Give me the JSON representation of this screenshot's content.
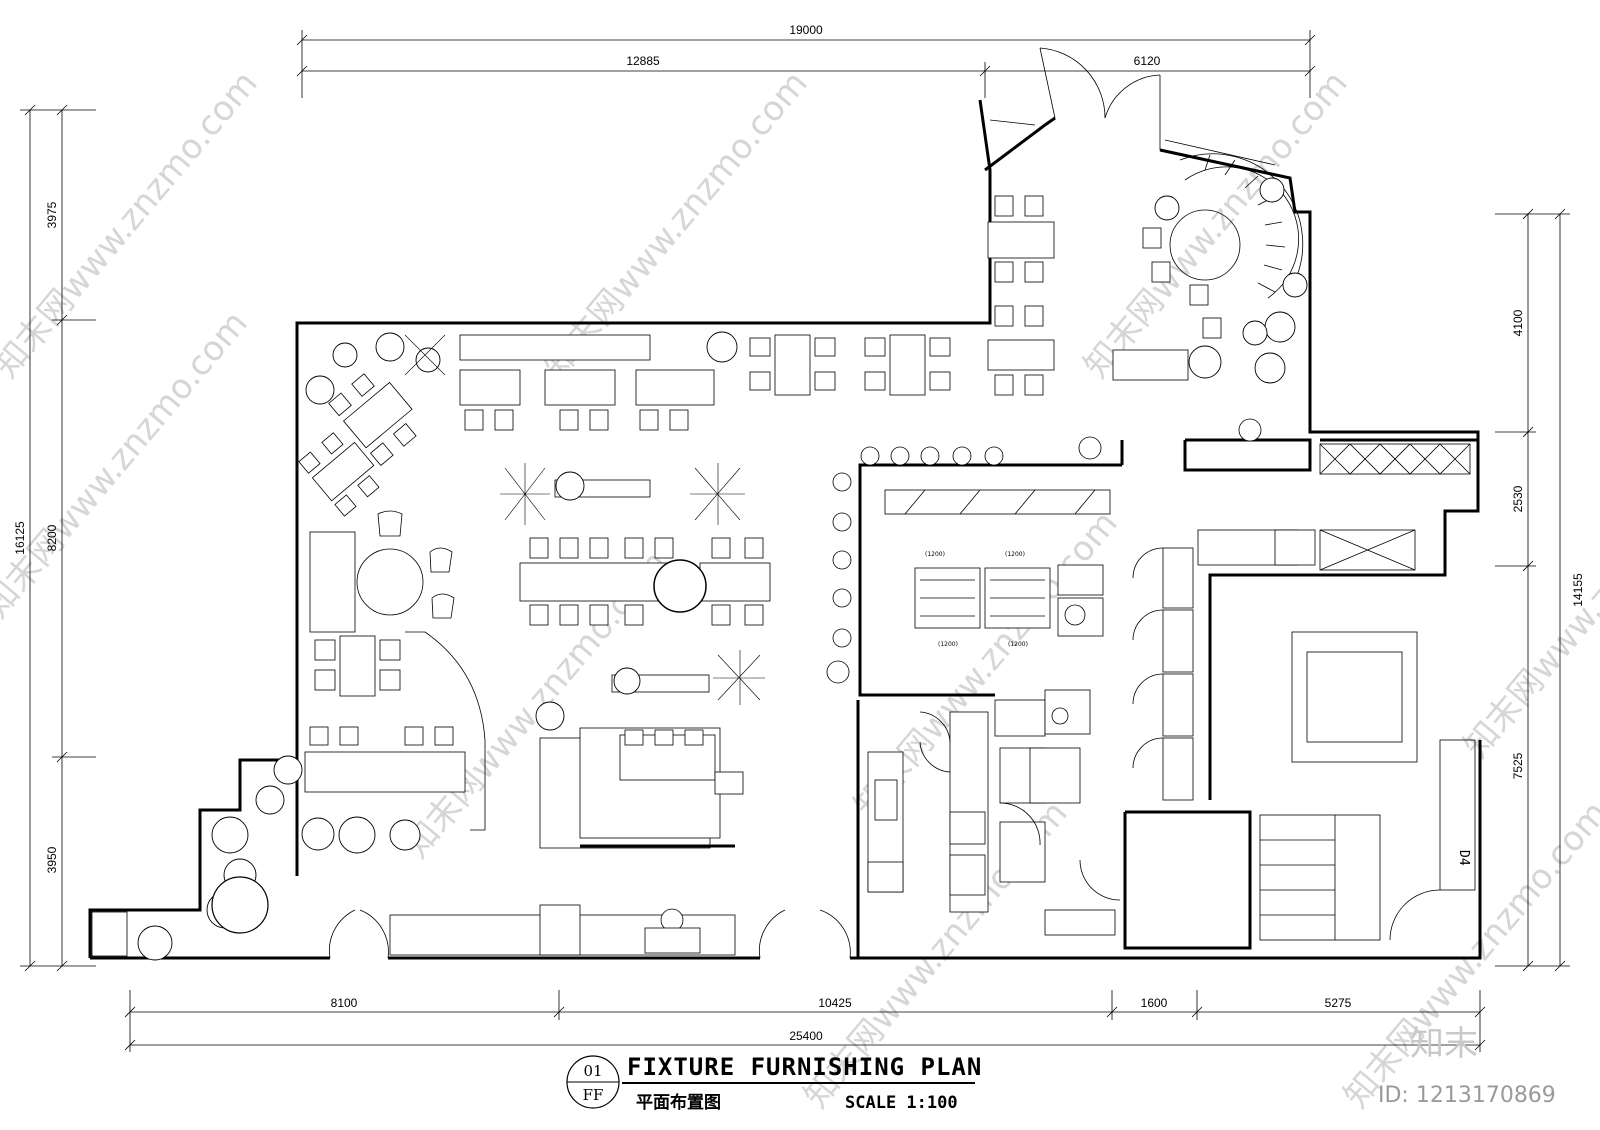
{
  "title": {
    "number": "01",
    "code": "FF",
    "main": "FIXTURE FURNISHING PLAN",
    "subtitle": "平面布置图",
    "scale": "SCALE 1:100"
  },
  "dimensions": {
    "top_overall": "19000",
    "top_left": "12885",
    "top_right": "6120",
    "left_overall": "16125",
    "left_top": "3975",
    "left_mid": "8200",
    "left_bottom": "3950",
    "right_overall": "14155",
    "right_top": "4100",
    "right_mid": "2530",
    "right_bottom": "7525",
    "bottom_1": "8100",
    "bottom_2": "10425",
    "bottom_3": "1600",
    "bottom_4": "5275",
    "bottom_overall": "25400"
  },
  "labels": {
    "stair_tag": "D4",
    "equip_top_1": "(1200)",
    "equip_top_2": "(1200)",
    "equip_bottom_1": "(1200)",
    "equip_bottom_2": "(1200)"
  },
  "watermark": {
    "text": "知末网www.znzmo.com",
    "brand": "知末",
    "id": "ID: 1213170869"
  },
  "colors": {
    "line": "#000000",
    "watermark": "#d6d6d6",
    "background": "#ffffff"
  }
}
